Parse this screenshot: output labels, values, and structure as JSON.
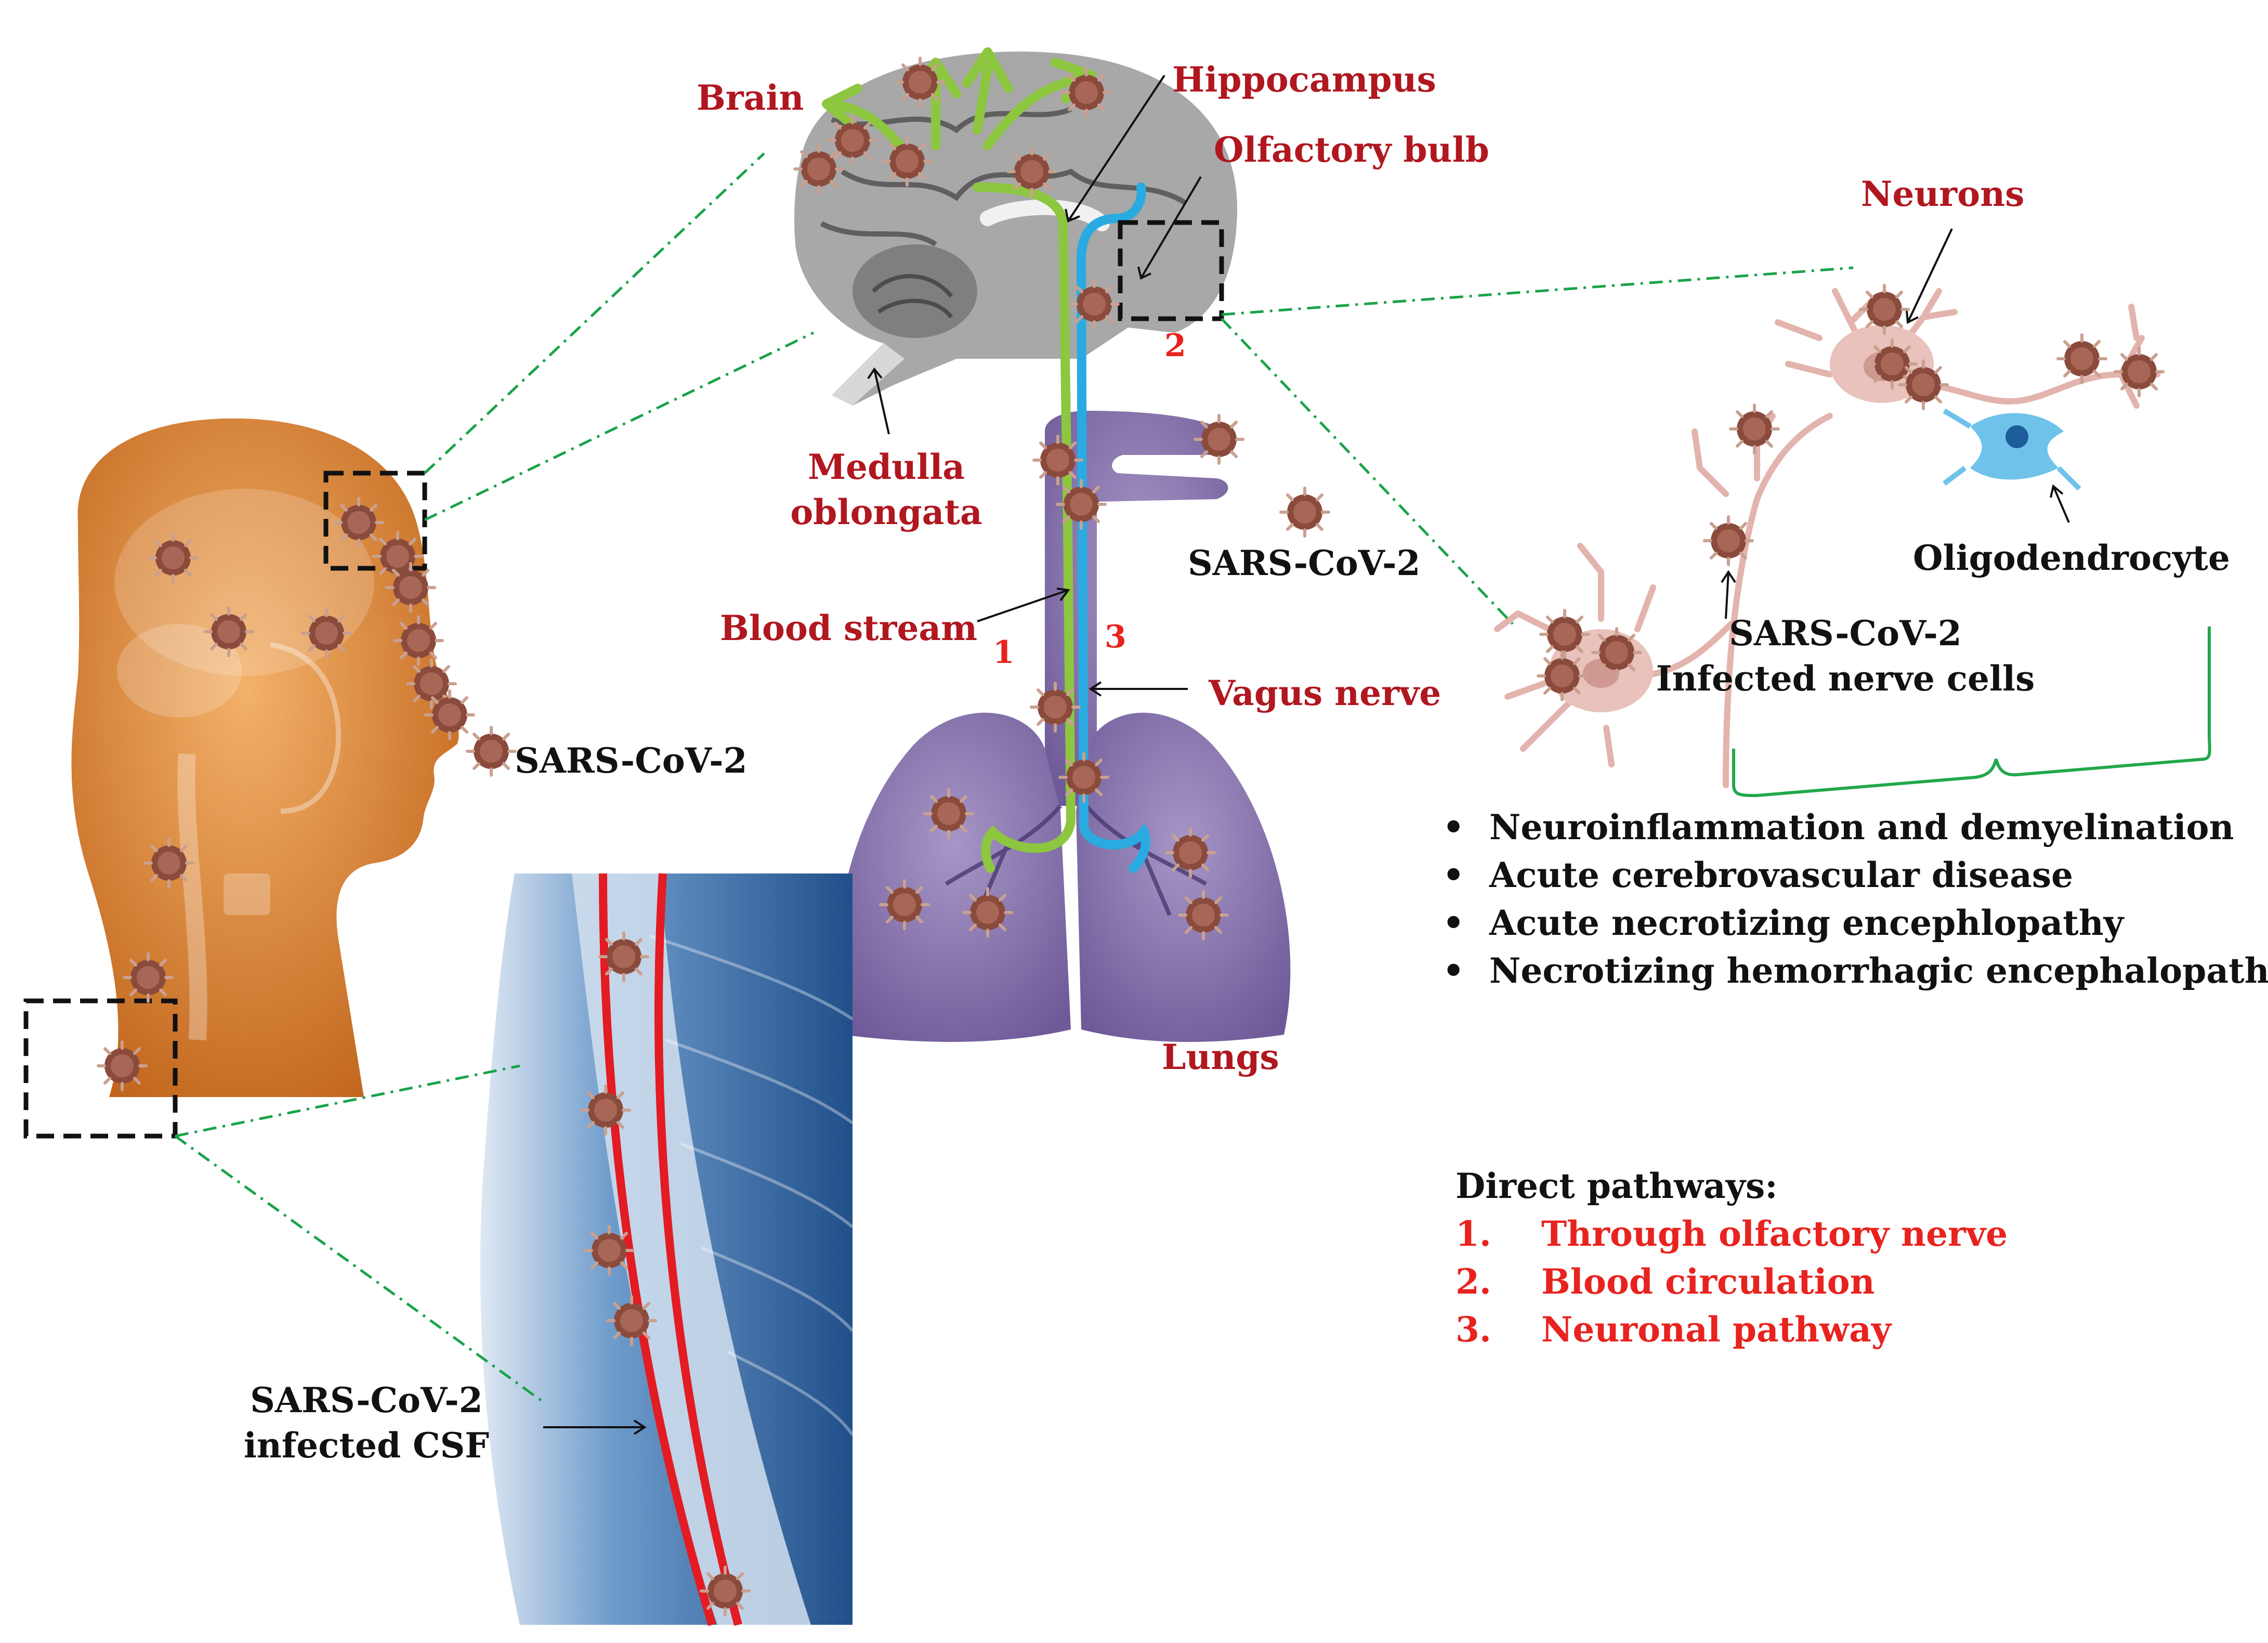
{
  "colors": {
    "virus": "#8a4b3c",
    "virus_spike": "#c9a090",
    "blood_path": "#8dc63f",
    "nerve_path": "#29abe2",
    "csf_path": "#e31b23",
    "connector": "#1aa34a",
    "label_red": "#b0171f",
    "label_bright_red": "#e8231f",
    "head": "#d47a2a",
    "spine_bg": "#2a5f9e",
    "lungs": "#8774ae",
    "brain": "#9a9a9a",
    "neuron": "#e9c2bc",
    "oligodendrocyte": "#6fc3ea"
  },
  "labels": {
    "brain": "Brain",
    "hippocampus": "Hippocampus",
    "olfactory_bulb": "Olfactory bulb",
    "medulla": "Medulla\noblongata",
    "sars_head": "SARS-CoV-2",
    "sars_lungs": "SARS-CoV-2",
    "blood_stream": "Blood stream",
    "vagus_nerve": "Vagus nerve",
    "lungs": "Lungs",
    "neurons": "Neurons",
    "oligodendrocyte": "Oligodendrocyte",
    "infected_nerve_cells": "SARS-CoV-2\nInfected nerve cells",
    "infected_csf": "SARS-CoV-2\ninfected CSF",
    "num_1": "1",
    "num_2": "2",
    "num_3": "3"
  },
  "effects": [
    "Neuroinflammation and demyelination",
    "Acute cerebrovascular disease",
    "Acute necrotizing encephlopathy",
    "Necrotizing hemorrhagic encephalopathy"
  ],
  "pathways": {
    "title": "Direct pathways:",
    "items": [
      {
        "num": "1.",
        "text": "Through olfactory nerve"
      },
      {
        "num": "2.",
        "text": "Blood circulation"
      },
      {
        "num": "3.",
        "text": "Neuronal pathway"
      }
    ]
  }
}
